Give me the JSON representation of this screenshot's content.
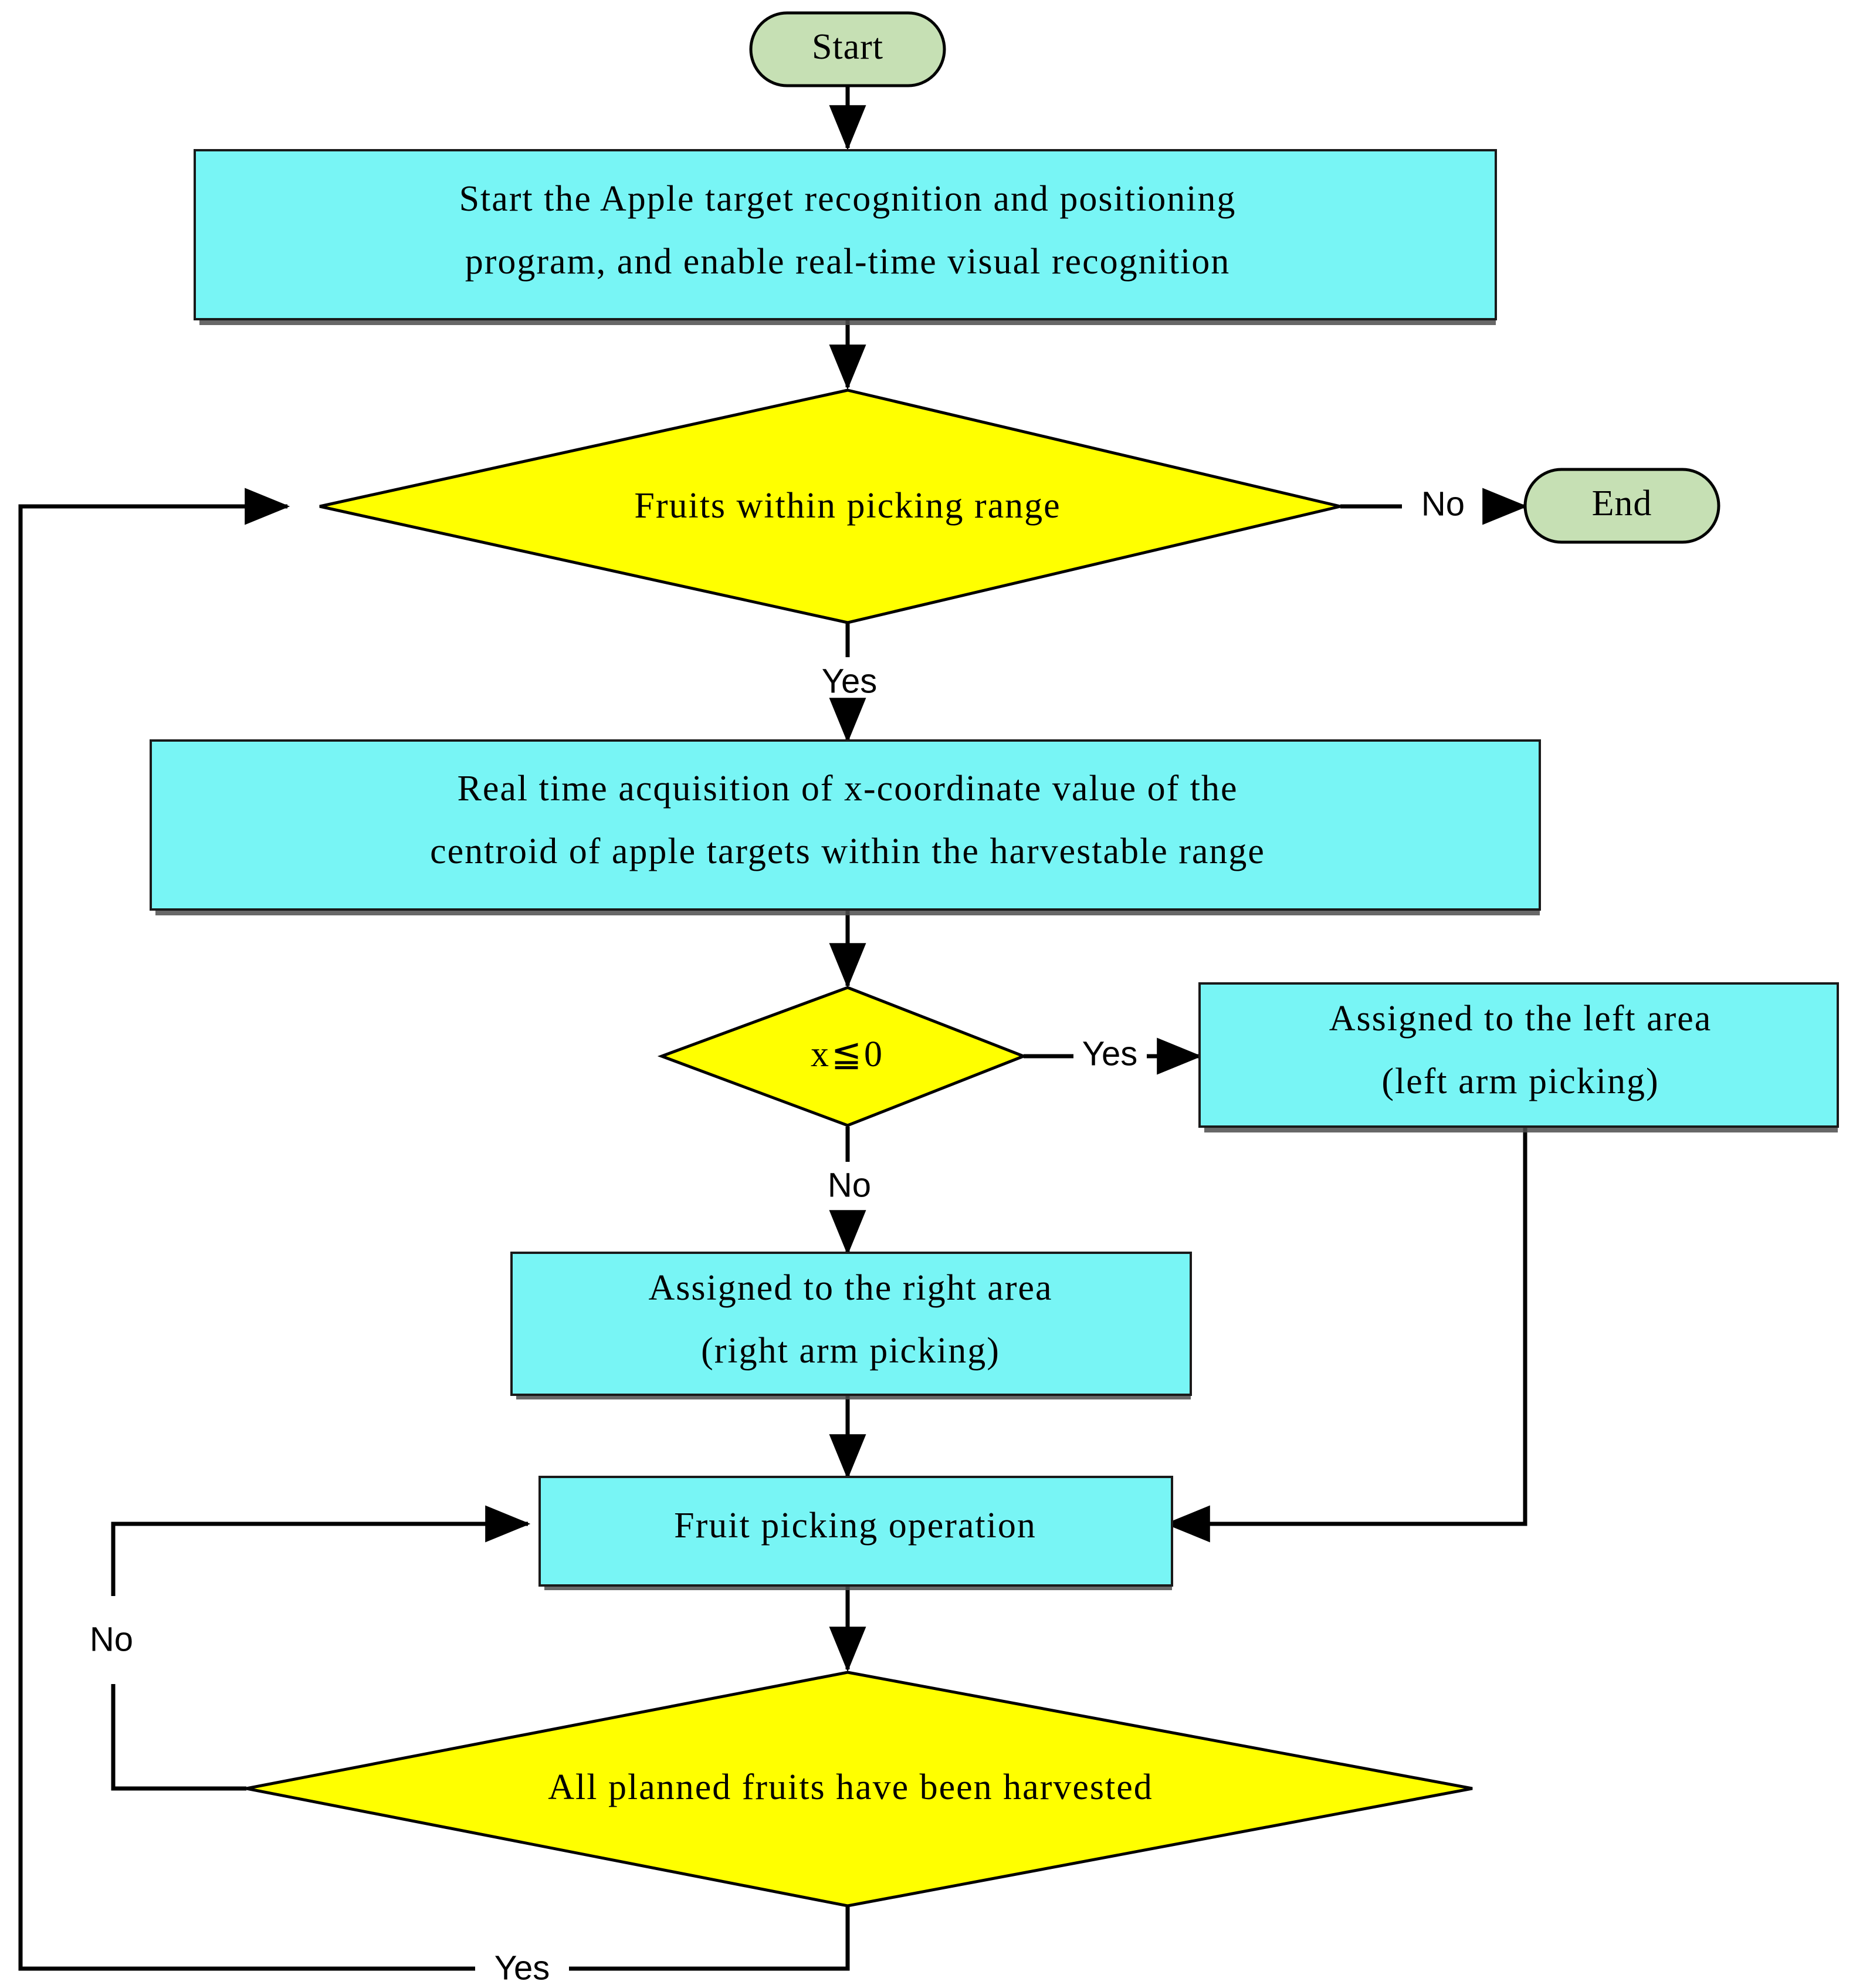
{
  "diagram": {
    "title": "Apple target recognition, positioning and dual-arm picking flowchart",
    "type": "flowchart",
    "colors": {
      "terminal_fill": "#c6e0b4",
      "process_fill": "#78f5f5",
      "decision_fill": "#ffff00",
      "stroke": "#000000",
      "text": "#000000",
      "background": "#ffffff"
    },
    "nodes": [
      {
        "id": "start",
        "kind": "terminal",
        "label": "Start"
      },
      {
        "id": "init-program",
        "kind": "process",
        "line1": "Start the Apple target recognition and positioning",
        "line2": "program, and enable real-time visual recognition"
      },
      {
        "id": "fruits-in-range",
        "kind": "decision",
        "label": "Fruits within picking range"
      },
      {
        "id": "end",
        "kind": "terminal",
        "label": "End"
      },
      {
        "id": "acquire-x",
        "kind": "process",
        "line1": "Real time acquisition of x-coordinate value of the",
        "line2": "centroid of apple targets within the harvestable range"
      },
      {
        "id": "x-leq-zero",
        "kind": "decision",
        "label": "x≦0"
      },
      {
        "id": "assign-left",
        "kind": "process",
        "line1": "Assigned to the left area",
        "line2": "(left arm picking)"
      },
      {
        "id": "assign-right",
        "kind": "process",
        "line1": "Assigned to the right area",
        "line2": "(right arm picking)"
      },
      {
        "id": "picking-operation",
        "kind": "process",
        "label": "Fruit picking operation"
      },
      {
        "id": "all-harvested",
        "kind": "decision",
        "label": "All planned fruits have been harvested"
      }
    ],
    "edges": [
      {
        "id": "e-start-init",
        "from": "start",
        "to": "init-program",
        "label": ""
      },
      {
        "id": "e-init-range",
        "from": "init-program",
        "to": "fruits-in-range",
        "label": ""
      },
      {
        "id": "e-range-end",
        "from": "fruits-in-range",
        "to": "end",
        "label": "No"
      },
      {
        "id": "e-range-acquire",
        "from": "fruits-in-range",
        "to": "acquire-x",
        "label": "Yes"
      },
      {
        "id": "e-acquire-x",
        "from": "acquire-x",
        "to": "x-leq-zero",
        "label": ""
      },
      {
        "id": "e-x-left",
        "from": "x-leq-zero",
        "to": "assign-left",
        "label": "Yes"
      },
      {
        "id": "e-x-right",
        "from": "x-leq-zero",
        "to": "assign-right",
        "label": "No"
      },
      {
        "id": "e-left-pick",
        "from": "assign-left",
        "to": "picking-operation",
        "label": ""
      },
      {
        "id": "e-right-pick",
        "from": "assign-right",
        "to": "picking-operation",
        "label": ""
      },
      {
        "id": "e-pick-check",
        "from": "picking-operation",
        "to": "all-harvested",
        "label": ""
      },
      {
        "id": "e-check-pick-loop",
        "from": "all-harvested",
        "to": "picking-operation",
        "label": "No"
      },
      {
        "id": "e-check-range-loop",
        "from": "all-harvested",
        "to": "fruits-in-range",
        "label": "Yes"
      }
    ],
    "edge_labels": {
      "no_to_end": "No",
      "yes_to_acquire": "Yes",
      "yes_to_left": "Yes",
      "no_to_right": "No",
      "no_loop_back": "No",
      "yes_loop_back": "Yes"
    }
  }
}
